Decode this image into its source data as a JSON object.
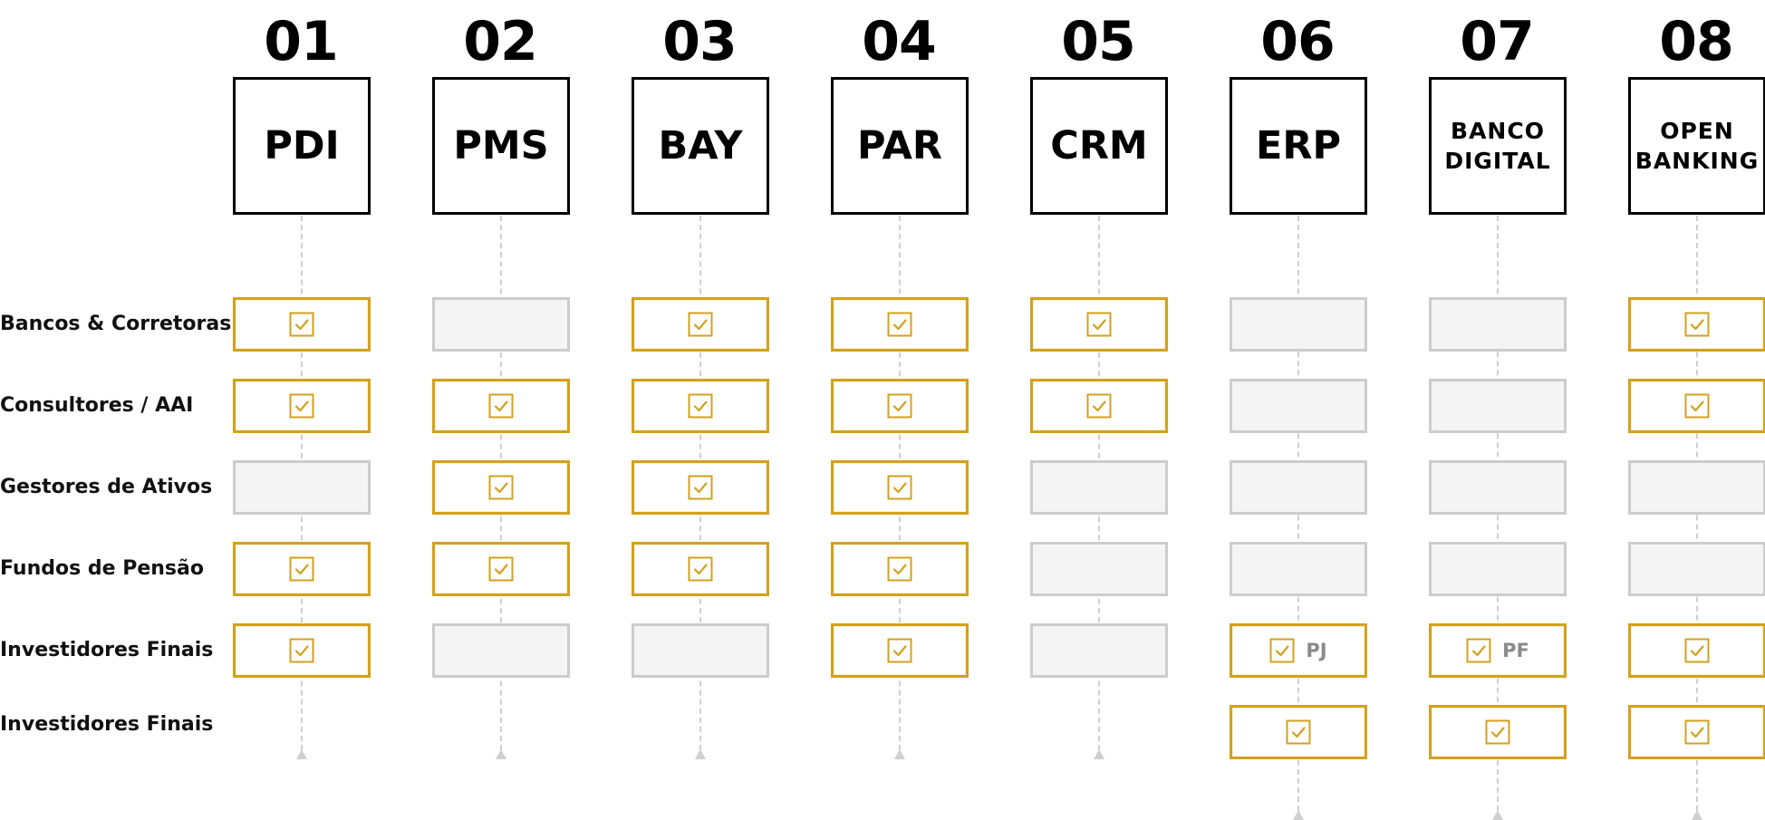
{
  "columns": [
    {
      "number": "01",
      "product": "PDI",
      "two_line": false
    },
    {
      "number": "02",
      "product": "PMS",
      "two_line": false
    },
    {
      "number": "03",
      "product": "BAY",
      "two_line": false
    },
    {
      "number": "04",
      "product": "PAR",
      "two_line": false
    },
    {
      "number": "05",
      "product": "CRM",
      "two_line": false
    },
    {
      "number": "06",
      "product": "ERP",
      "two_line": false
    },
    {
      "number": "07",
      "product": "BANCO\nDIGITAL",
      "two_line": true
    },
    {
      "number": "08",
      "product": "OPEN\nBANKING",
      "two_line": true
    }
  ],
  "rows": [
    {
      "label": "Bancos & Corretoras",
      "cells": [
        {
          "state": "on"
        },
        {
          "state": "off"
        },
        {
          "state": "on"
        },
        {
          "state": "on"
        },
        {
          "state": "on"
        },
        {
          "state": "off"
        },
        {
          "state": "off"
        },
        {
          "state": "on"
        }
      ]
    },
    {
      "label": "Consultores / AAI",
      "cells": [
        {
          "state": "on"
        },
        {
          "state": "on"
        },
        {
          "state": "on"
        },
        {
          "state": "on"
        },
        {
          "state": "on"
        },
        {
          "state": "off"
        },
        {
          "state": "off"
        },
        {
          "state": "on"
        }
      ]
    },
    {
      "label": "Gestores de Ativos",
      "cells": [
        {
          "state": "off"
        },
        {
          "state": "on"
        },
        {
          "state": "on"
        },
        {
          "state": "on"
        },
        {
          "state": "off"
        },
        {
          "state": "off"
        },
        {
          "state": "off"
        },
        {
          "state": "off"
        }
      ]
    },
    {
      "label": "Fundos de Pensão",
      "cells": [
        {
          "state": "on"
        },
        {
          "state": "on"
        },
        {
          "state": "on"
        },
        {
          "state": "on"
        },
        {
          "state": "off"
        },
        {
          "state": "off"
        },
        {
          "state": "off"
        },
        {
          "state": "off"
        }
      ]
    },
    {
      "label": "Investidores Finais",
      "cells": [
        {
          "state": "on"
        },
        {
          "state": "off"
        },
        {
          "state": "off"
        },
        {
          "state": "on"
        },
        {
          "state": "off"
        },
        {
          "state": "on",
          "tag": "PJ"
        },
        {
          "state": "on",
          "tag": "PF"
        },
        {
          "state": "on"
        }
      ]
    },
    {
      "label": "Investidores Finais",
      "cells": [
        {
          "state": "none"
        },
        {
          "state": "none"
        },
        {
          "state": "none"
        },
        {
          "state": "none"
        },
        {
          "state": "none"
        },
        {
          "state": "on"
        },
        {
          "state": "on"
        },
        {
          "state": "on"
        }
      ]
    }
  ],
  "colors": {
    "gold": "#d4a11e",
    "inactive_border": "#cccccc",
    "inactive_fill": "#f4f4f4",
    "connector": "#cfcfcf"
  },
  "icons": {
    "check": "checkbox-check-icon",
    "arrow": "arrow-up-icon"
  }
}
